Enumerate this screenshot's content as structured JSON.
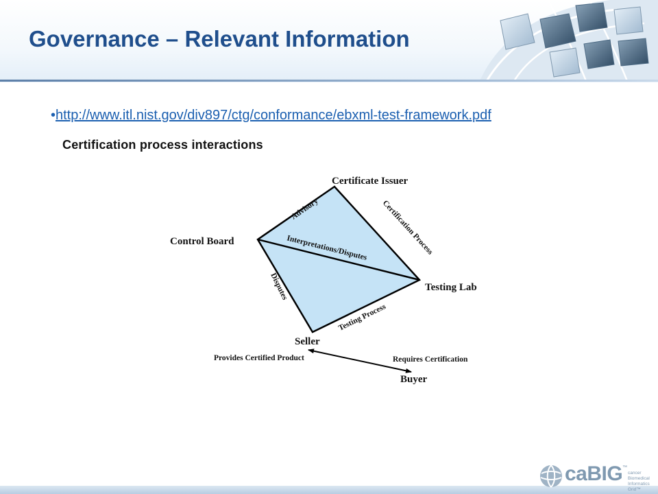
{
  "slide": {
    "title": "Governance – Relevant Information",
    "link_bullet": "•",
    "link_text": "http://www.itl.nist.gov/div897/ctg/conformance/ebxml-test-framework.pdf",
    "subheading": "Certification process interactions"
  },
  "diagram": {
    "nodes": {
      "certificate_issuer": "Certificate Issuer",
      "control_board": "Control Board",
      "testing_lab": "Testing Lab",
      "seller": "Seller",
      "buyer": "Buyer"
    },
    "edges": {
      "advisory": "Advisory",
      "certification_process": "Certification Process",
      "interpretations_disputes": "Interpretations/Disputes",
      "disputes": "Disputes",
      "testing_process": "Testing Process",
      "provides_certified_product": "Provides Certified Product",
      "requires_certification": "Requires Certification"
    },
    "colors": {
      "fill": "#c5e3f6",
      "line": "#000000"
    }
  },
  "logo": {
    "name": "caBIG",
    "trademark": "™",
    "tagline": "cancer Biomedical Informatics Grid™"
  },
  "theme": {
    "title_color": "#1f4e8c",
    "link_color": "#1b5fb0"
  }
}
